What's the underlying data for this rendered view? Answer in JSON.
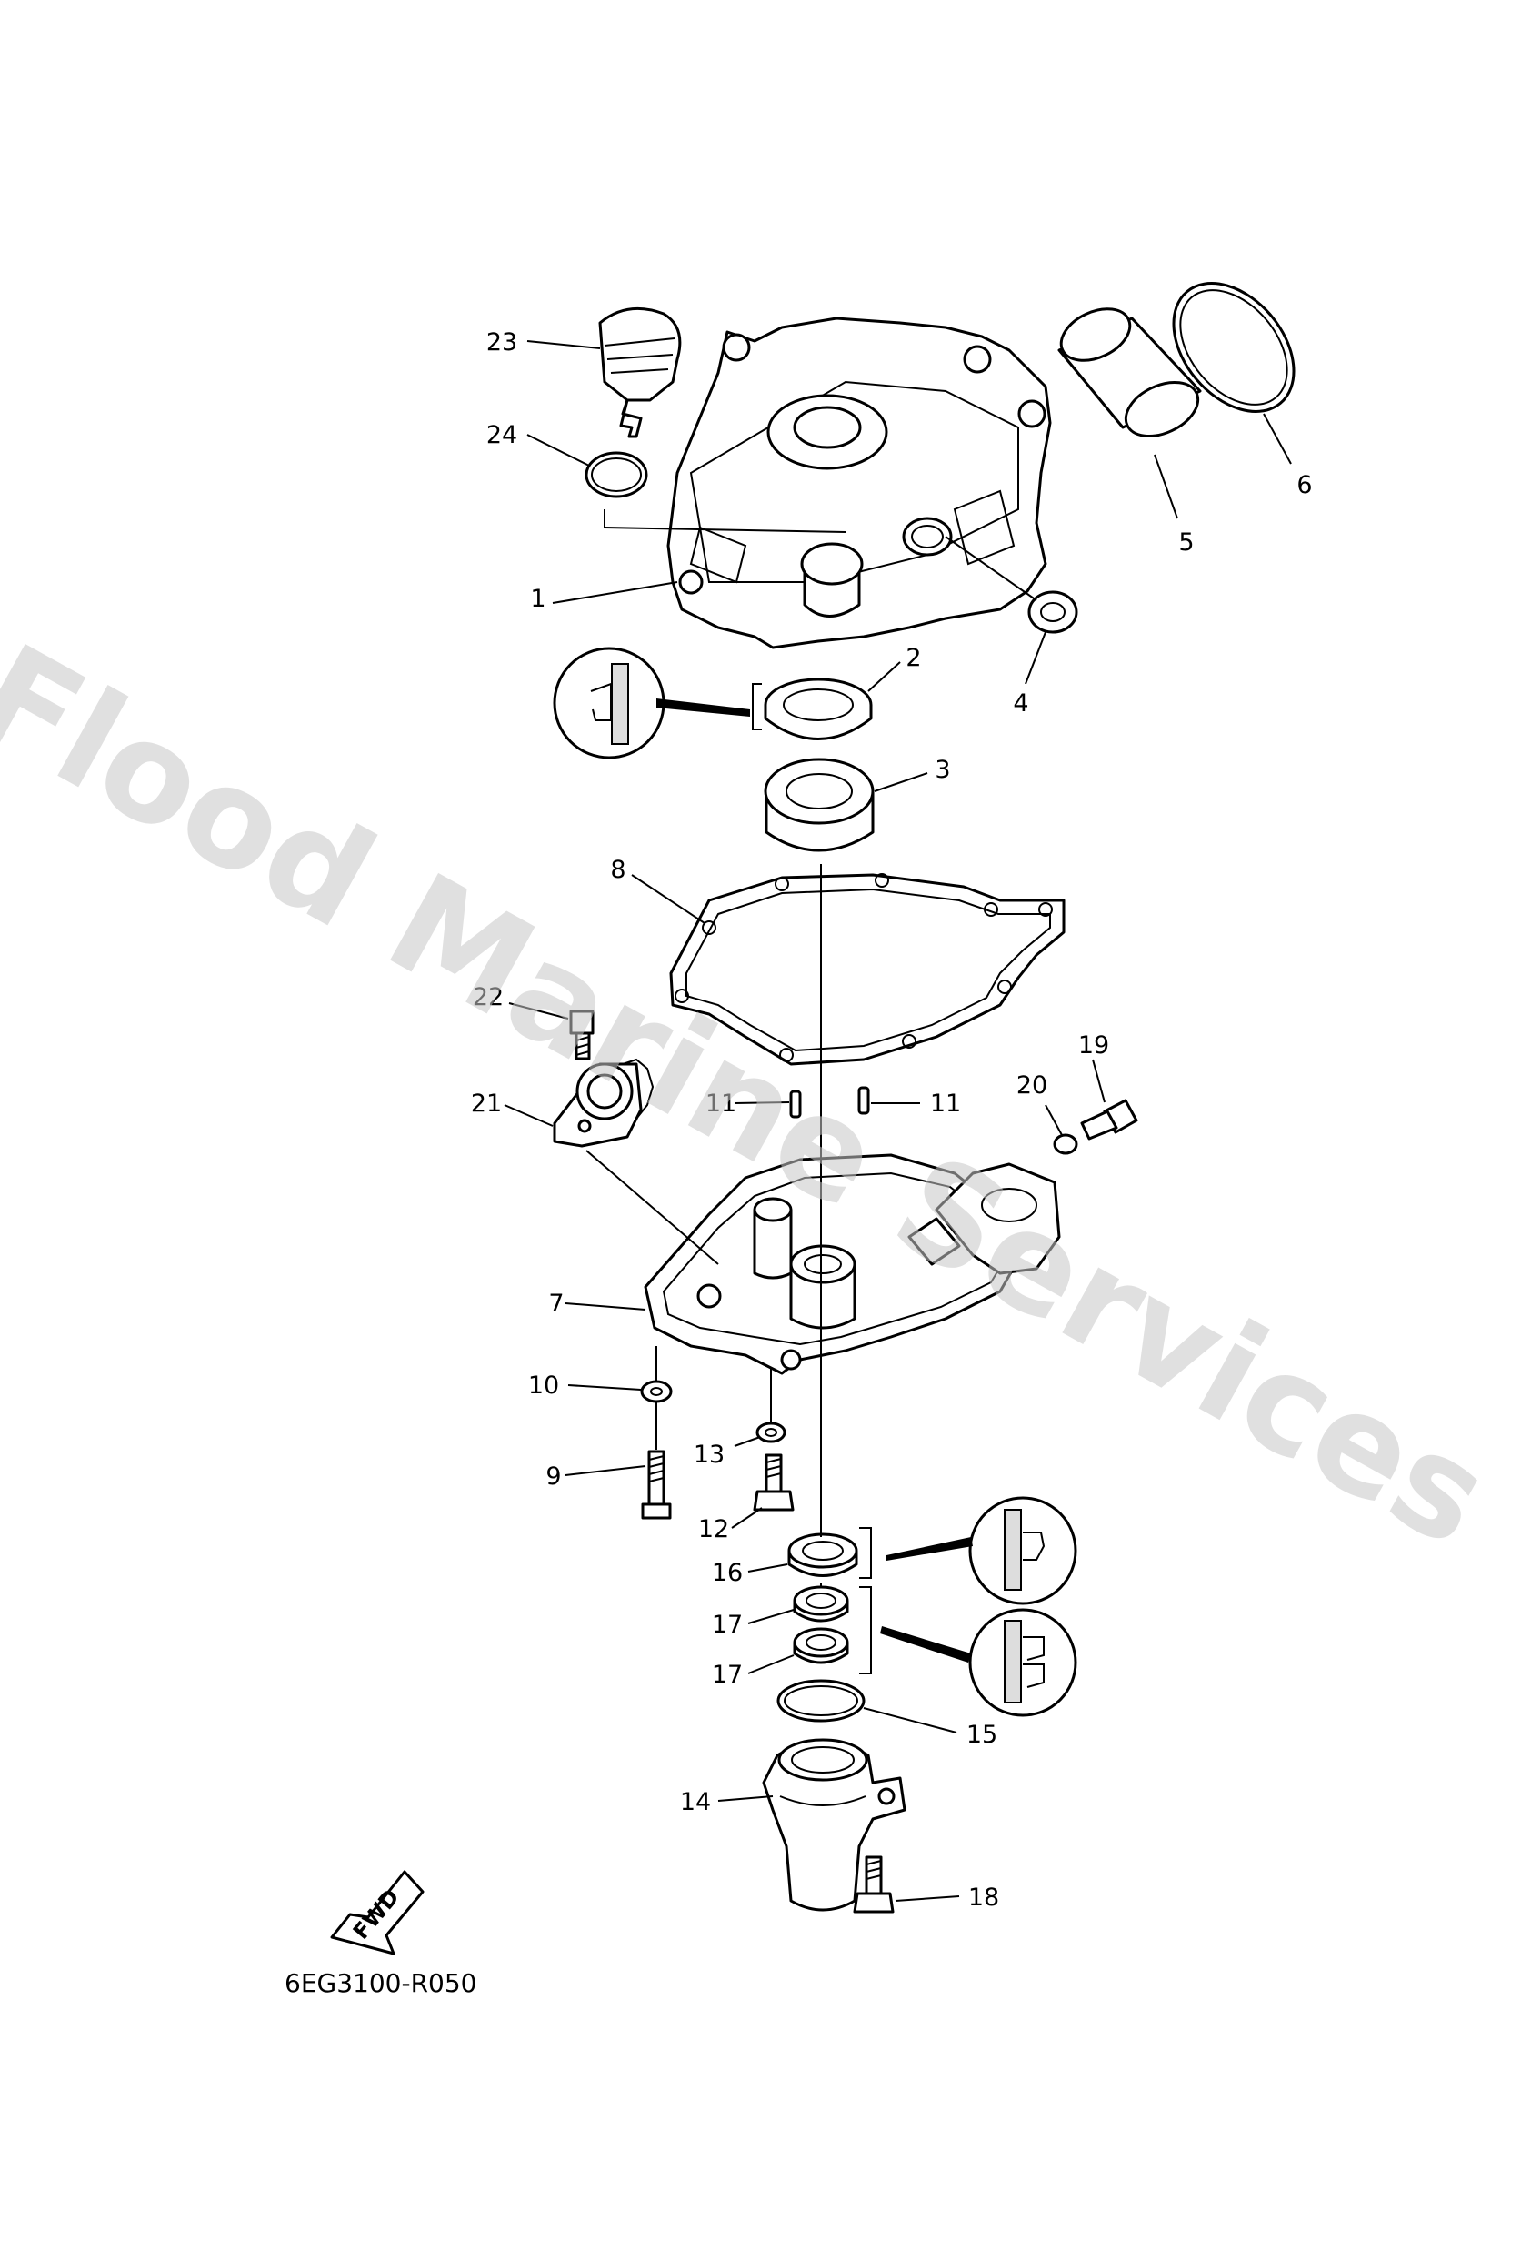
{
  "diagram": {
    "drawing_code": "6EG3100-R050",
    "watermark": "Flood Marine Services",
    "direction_label": "FWD",
    "callouts": [
      {
        "id": "c1",
        "label": "1"
      },
      {
        "id": "c2",
        "label": "2"
      },
      {
        "id": "c3",
        "label": "3"
      },
      {
        "id": "c4",
        "label": "4"
      },
      {
        "id": "c5",
        "label": "5"
      },
      {
        "id": "c6",
        "label": "6"
      },
      {
        "id": "c7",
        "label": "7"
      },
      {
        "id": "c8",
        "label": "8"
      },
      {
        "id": "c9",
        "label": "9"
      },
      {
        "id": "c10",
        "label": "10"
      },
      {
        "id": "c11a",
        "label": "11"
      },
      {
        "id": "c11b",
        "label": "11"
      },
      {
        "id": "c12",
        "label": "12"
      },
      {
        "id": "c13",
        "label": "13"
      },
      {
        "id": "c14",
        "label": "14"
      },
      {
        "id": "c15",
        "label": "15"
      },
      {
        "id": "c16",
        "label": "16"
      },
      {
        "id": "c17a",
        "label": "17"
      },
      {
        "id": "c17b",
        "label": "17"
      },
      {
        "id": "c18",
        "label": "18"
      },
      {
        "id": "c19",
        "label": "19"
      },
      {
        "id": "c20",
        "label": "20"
      },
      {
        "id": "c21",
        "label": "21"
      },
      {
        "id": "c22",
        "label": "22"
      },
      {
        "id": "c23",
        "label": "23"
      },
      {
        "id": "c24",
        "label": "24"
      }
    ]
  }
}
